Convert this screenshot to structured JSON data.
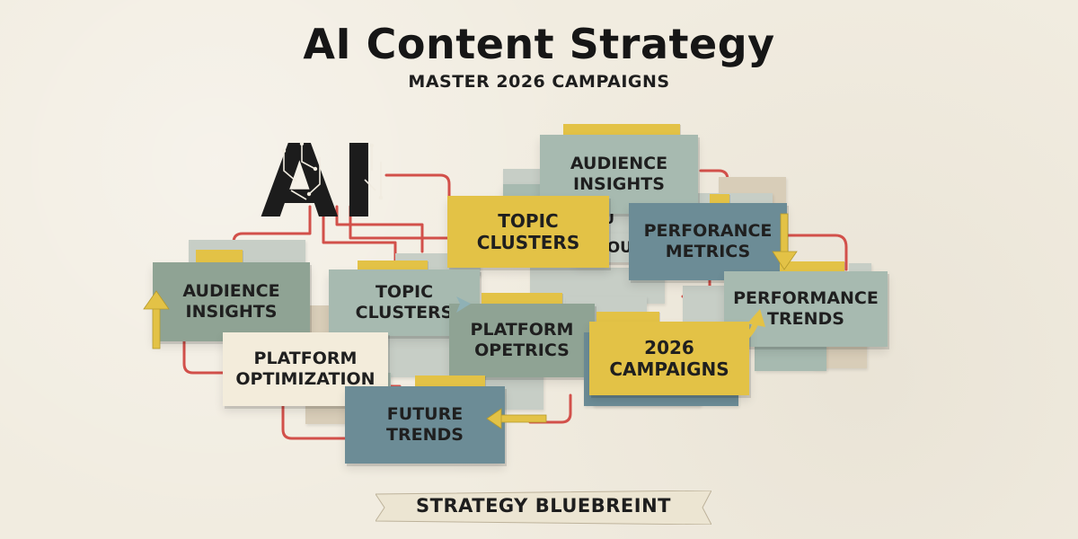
{
  "title": "AI Content Strategy",
  "subtitle": "MASTER 2026 CAMPAIGNS",
  "logo_text": "AI",
  "cards": {
    "audience_top": [
      "AUDIENCE",
      "INSIGHTS"
    ],
    "topic_center": [
      "TOPIC",
      "CLUSTERS"
    ],
    "perf_metrics": [
      "PERFORANCE",
      "METRICS"
    ],
    "audience_left": [
      "AUDIENCE",
      "INSIGHTS"
    ],
    "topic_mid": [
      "TOPIC",
      "CLUSTERS"
    ],
    "platform_opetrics": [
      "PLATFORM",
      "OPETRICS"
    ],
    "perf_trends": [
      "PERFORMANCE",
      "TRENDS"
    ],
    "platform_opt": [
      "PLATFORM",
      "OPTIMIZATION"
    ],
    "campaigns": [
      "2026",
      "CAMPAIGNS"
    ],
    "future": [
      "FUTURE",
      "TRENDS"
    ]
  },
  "hidden_fragments": {
    "o": "O",
    "u": "U",
    "ou": "OU"
  },
  "footer_banner": "STRATEGY BLUEBREINT",
  "colors": {
    "sage": "#8fa394",
    "mint": "#a7bab0",
    "slate": "#6c8c96",
    "cream": "#f3ecdb",
    "yellow": "#e3c246",
    "connector": "#d2504a",
    "background": "#f1ece0"
  }
}
